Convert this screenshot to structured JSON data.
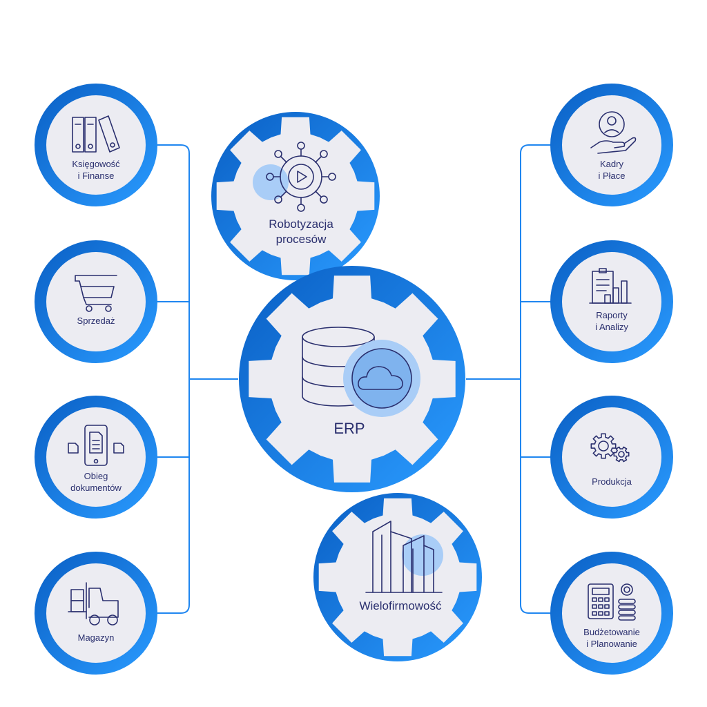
{
  "colors": {
    "ring_outer": "#0c6fd8",
    "ring_inner": "#2a97ff",
    "disc": "#ececf2",
    "connector": "#1f86f0",
    "text": "#2a2f6e",
    "accent_fill": "#a9cdf7"
  },
  "center": {
    "label": "ERP",
    "icon": "database-cloud-icon"
  },
  "gears": {
    "top": {
      "label_line1": "Robotyzacja",
      "label_line2": "procesów",
      "icon": "process-automation-icon"
    },
    "bottom": {
      "label": "Wielofirmowość",
      "icon": "buildings-icon"
    }
  },
  "left_modules": [
    {
      "line1": "Księgowość",
      "line2": "i Finanse",
      "icon": "binders-icon"
    },
    {
      "line1": "Sprzedaż",
      "line2": "",
      "icon": "shopping-cart-icon"
    },
    {
      "line1": "Obieg",
      "line2": "dokumentów",
      "icon": "mobile-documents-icon"
    },
    {
      "line1": "Magazyn",
      "line2": "",
      "icon": "forklift-icon"
    }
  ],
  "right_modules": [
    {
      "line1": "Kadry",
      "line2": "i Płace",
      "icon": "person-hand-icon"
    },
    {
      "line1": "Raporty",
      "line2": "i Analizy",
      "icon": "clipboard-chart-icon"
    },
    {
      "line1": "Produkcja",
      "line2": "",
      "icon": "gears-icon"
    },
    {
      "line1": "Budżetowanie",
      "line2": "i Planowanie",
      "icon": "calculator-coins-icon"
    }
  ]
}
